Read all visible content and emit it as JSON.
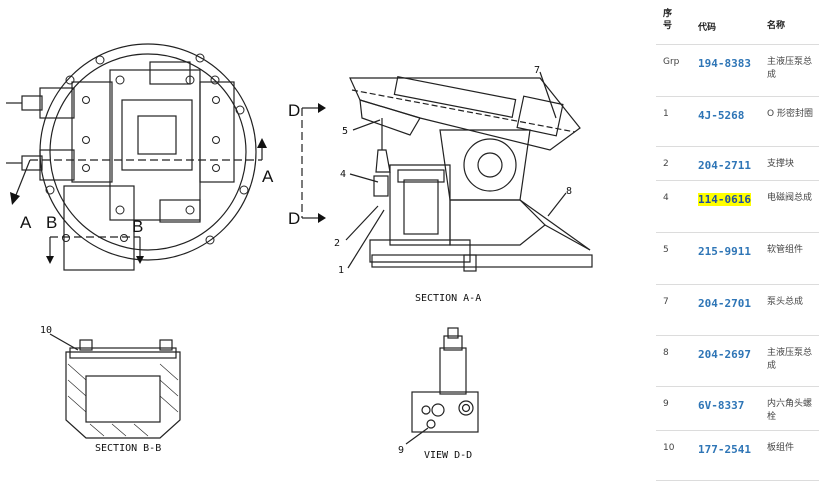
{
  "drawing": {
    "section_a_a": "SECTION A-A",
    "section_b_b": "SECTION B-B",
    "view_d_d": "VIEW D-D",
    "cut_letters": {
      "a_left": "A",
      "a_right": "A",
      "b_left": "B",
      "b_right": "B",
      "d_top": "D",
      "d_bottom": "D"
    },
    "callouts": [
      "1",
      "2",
      "4",
      "5",
      "7",
      "8",
      "9",
      "10"
    ]
  },
  "table": {
    "headers": {
      "seq": "序号",
      "code": "代码",
      "name": "名称"
    },
    "rows": [
      {
        "seq": "Grp",
        "code": "194-8383",
        "name": "主液压泵总成",
        "highlight": false
      },
      {
        "seq": "1",
        "code": "4J-5268",
        "name": "O 形密封圈",
        "highlight": false
      },
      {
        "seq": "2",
        "code": "204-2711",
        "name": "支撑块",
        "highlight": false
      },
      {
        "seq": "4",
        "code": "114-0616",
        "name": "电磁阀总成",
        "highlight": true
      },
      {
        "seq": "5",
        "code": "215-9911",
        "name": "软管组件",
        "highlight": false
      },
      {
        "seq": "7",
        "code": "204-2701",
        "name": "泵头总成",
        "highlight": false
      },
      {
        "seq": "8",
        "code": "204-2697",
        "name": "主液压泵总成",
        "highlight": false
      },
      {
        "seq": "9",
        "code": "6V-8337",
        "name": "内六角头螺栓",
        "highlight": false
      },
      {
        "seq": "10",
        "code": "177-2541",
        "name": "板组件",
        "highlight": false
      }
    ]
  }
}
